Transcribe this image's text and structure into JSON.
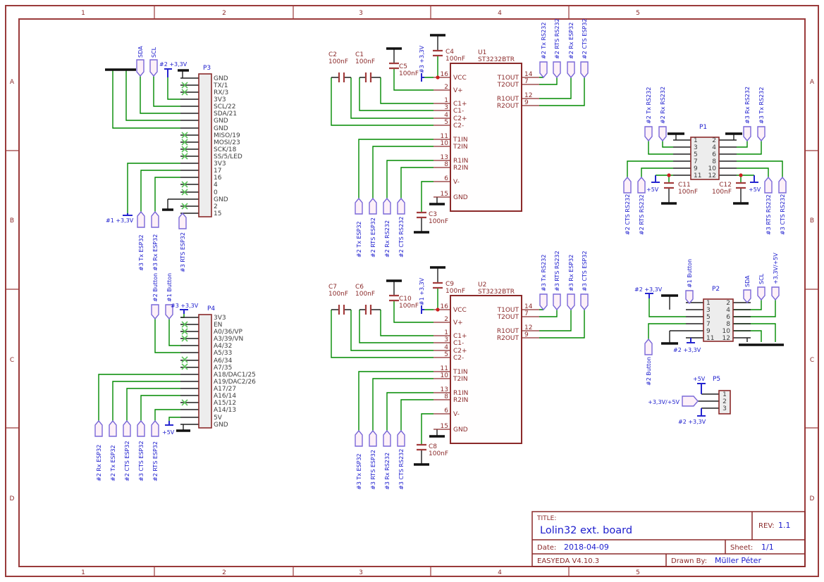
{
  "border": {
    "columns": [
      "1",
      "2",
      "3",
      "4",
      "5"
    ],
    "rows": [
      "A",
      "B",
      "C",
      "D"
    ]
  },
  "title_block": {
    "title_label": "TITLE:",
    "title": "Lolin32 ext. board",
    "rev_label": "REV:",
    "rev": "1.1",
    "date_label": "Date:",
    "date": "2018-04-09",
    "sheet_label": "Sheet:",
    "sheet": "1/1",
    "software": "EASYEDA V4.10.3",
    "drawn_by_label": "Drawn By:",
    "drawn_by": "Müller Péter"
  },
  "power": {
    "v33_1": "#1 +3,3V",
    "v33_2": "#2 +3,3V",
    "v33_3": "#3 +3,3V",
    "v5": "+5V"
  },
  "flags": {
    "sda": "SDA",
    "scl": "SCL",
    "p3_tx": "#3 Tx ESP32",
    "p3_rx": "#3 Rx ESP32",
    "p3_rts": "#3 RTS ESP32",
    "u1_top": [
      "#2 Tx RS232",
      "#2 RTS RS232",
      "#2 Rx ESP32",
      "#2 CTS ESP32"
    ],
    "u1_bottom": [
      "#2 Tx ESP32",
      "#2 RTS ESP32",
      "#2 Rx RS232",
      "#2 CTS RS232"
    ],
    "u2_top": [
      "#3 Tx RS232",
      "#3 RTS RS232",
      "#3 Rx ESP32",
      "#3 CTS ESP32"
    ],
    "u2_bottom": [
      "#3 Tx ESP32",
      "#3 RTS ESP32",
      "#3 Rx RS232",
      "#3 CTS RS232"
    ],
    "p1_top": [
      "#2 Tx RS232",
      "#2 Rx RS232",
      "#3 Rx RS232",
      "#3 Tx RS232"
    ],
    "p1_bottom": [
      "#2 CTS RS232",
      "#2 RTS RS232",
      "#3 RTS RS232",
      "#3 CTS RS232"
    ],
    "p4_buttons": [
      "#2 Button",
      "#1 Button"
    ],
    "p4_bottom": [
      "#2 Rx ESP32",
      "#2 Tx ESP32",
      "#2 CTS ESP32",
      "#3 CTS ESP32",
      "#2 RTS ESP32"
    ],
    "p2_top": [
      "SDA",
      "SCL",
      "+3,3V/+5V"
    ],
    "p2_btn1": "#1 Button",
    "p2_btn2": "#2 Button",
    "p5_dual": "+3,3V/+5V"
  },
  "ic": {
    "left_pins": [
      {
        "num": "16",
        "name": "VCC"
      },
      {
        "num": "2",
        "name": "V+"
      },
      {
        "num": "1",
        "name": "C1+"
      },
      {
        "num": "3",
        "name": "C1-"
      },
      {
        "num": "4",
        "name": "C2+"
      },
      {
        "num": "5",
        "name": "C2-"
      },
      {
        "num": "11",
        "name": "T1IN"
      },
      {
        "num": "10",
        "name": "T2IN"
      },
      {
        "num": "13",
        "name": "R1IN"
      },
      {
        "num": "8",
        "name": "R2IN"
      },
      {
        "num": "6",
        "name": "V-"
      },
      {
        "num": "15",
        "name": "GND"
      }
    ],
    "right_pins": [
      {
        "num": "14",
        "name": "T1OUT"
      },
      {
        "num": "7",
        "name": "T2OUT"
      },
      {
        "num": "12",
        "name": "R1OUT"
      },
      {
        "num": "9",
        "name": "R2OUT"
      }
    ]
  },
  "u1": {
    "ref": "U1",
    "part": "ST3232BTR"
  },
  "u2": {
    "ref": "U2",
    "part": "ST3232BTR"
  },
  "p3": {
    "ref": "P3",
    "pins": [
      "GND",
      "TX/1",
      "RX/3",
      "3V3",
      "SCL/22",
      "SDA/21",
      "GND",
      "GND",
      "MISO/19",
      "MOSI/23",
      "SCK/18",
      "SS/5/LED",
      "3V3",
      "17",
      "16",
      "4",
      "0",
      "GND",
      "2",
      "15"
    ]
  },
  "p4": {
    "ref": "P4",
    "pins": [
      "3V3",
      "EN",
      "A0/36/VP",
      "A3/39/VN",
      "A4/32",
      "A5/33",
      "A6/34",
      "A7/35",
      "A18/DAC1/25",
      "A19/DAC2/26",
      "A17/27",
      "A16/14",
      "A15/12",
      "A14/13",
      "5V",
      "GND"
    ]
  },
  "p1": {
    "ref": "P1",
    "pins_left": [
      "1",
      "3",
      "5",
      "7",
      "9",
      "11"
    ],
    "pins_right": [
      "2",
      "4",
      "6",
      "8",
      "10",
      "12"
    ]
  },
  "p2": {
    "ref": "P2",
    "pins_left": [
      "1",
      "3",
      "5",
      "7",
      "9",
      "11"
    ],
    "pins_right": [
      "2",
      "4",
      "6",
      "8",
      "10",
      "12"
    ]
  },
  "p5": {
    "ref": "P5",
    "pins": [
      "1",
      "2",
      "3"
    ]
  },
  "capacitors": {
    "c1": {
      "ref": "C1",
      "value": "100nF"
    },
    "c2": {
      "ref": "C2",
      "value": "100nF"
    },
    "c3": {
      "ref": "C3",
      "value": "100nF"
    },
    "c4": {
      "ref": "C4",
      "value": "100nF"
    },
    "c5": {
      "ref": "C5",
      "value": "100nF"
    },
    "c6": {
      "ref": "C6",
      "value": "100nF"
    },
    "c7": {
      "ref": "C7",
      "value": "100nF"
    },
    "c8": {
      "ref": "C8",
      "value": "100nF"
    },
    "c9": {
      "ref": "C9",
      "value": "100nF"
    },
    "c10": {
      "ref": "C10",
      "value": "100nF"
    },
    "c11": {
      "ref": "C11",
      "value": "100nF"
    },
    "c12": {
      "ref": "C12",
      "value": "100nF"
    }
  }
}
